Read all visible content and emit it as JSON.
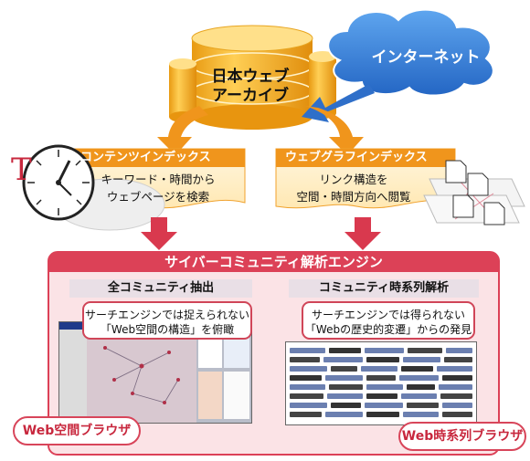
{
  "archive": {
    "line1": "日本ウェブ",
    "line2": "アーカイブ"
  },
  "internet": {
    "label": "インターネット"
  },
  "content_index": {
    "title": "コンテンツインデックス",
    "line1": "キーワード・時間から",
    "line2": "ウェブページを検索"
  },
  "graph_index": {
    "title": "ウェブグラフインデックス",
    "line1": "リンク構造を",
    "line2": "空間・時間方向へ閲覧"
  },
  "clock": {
    "letter": "T"
  },
  "engine": {
    "title": "サイバーコミュニティ解析エンジン",
    "left": {
      "panel_title": "全コミュニティ抽出",
      "callout_line1": "サーチエンジンでは捉えられない",
      "callout_line2": "「Web空間の構造」を俯瞰",
      "browser_label": "Web空間ブラウザ"
    },
    "right": {
      "panel_title": "コミュニティ時系列解析",
      "callout_line1": "サーチエンジンでは得られない",
      "callout_line2": "「Webの歴史的変遷」からの発見",
      "browser_label": "Web時系列ブラウザ"
    }
  },
  "colors": {
    "orange": "#f0951c",
    "archive_top": "#ffd46a",
    "archive_body": "#f6b42a",
    "cloud": "#3b82d6",
    "red_arrow": "#d9394e",
    "engine_header": "#dc4157",
    "engine_bg": "#fbe3e6"
  }
}
